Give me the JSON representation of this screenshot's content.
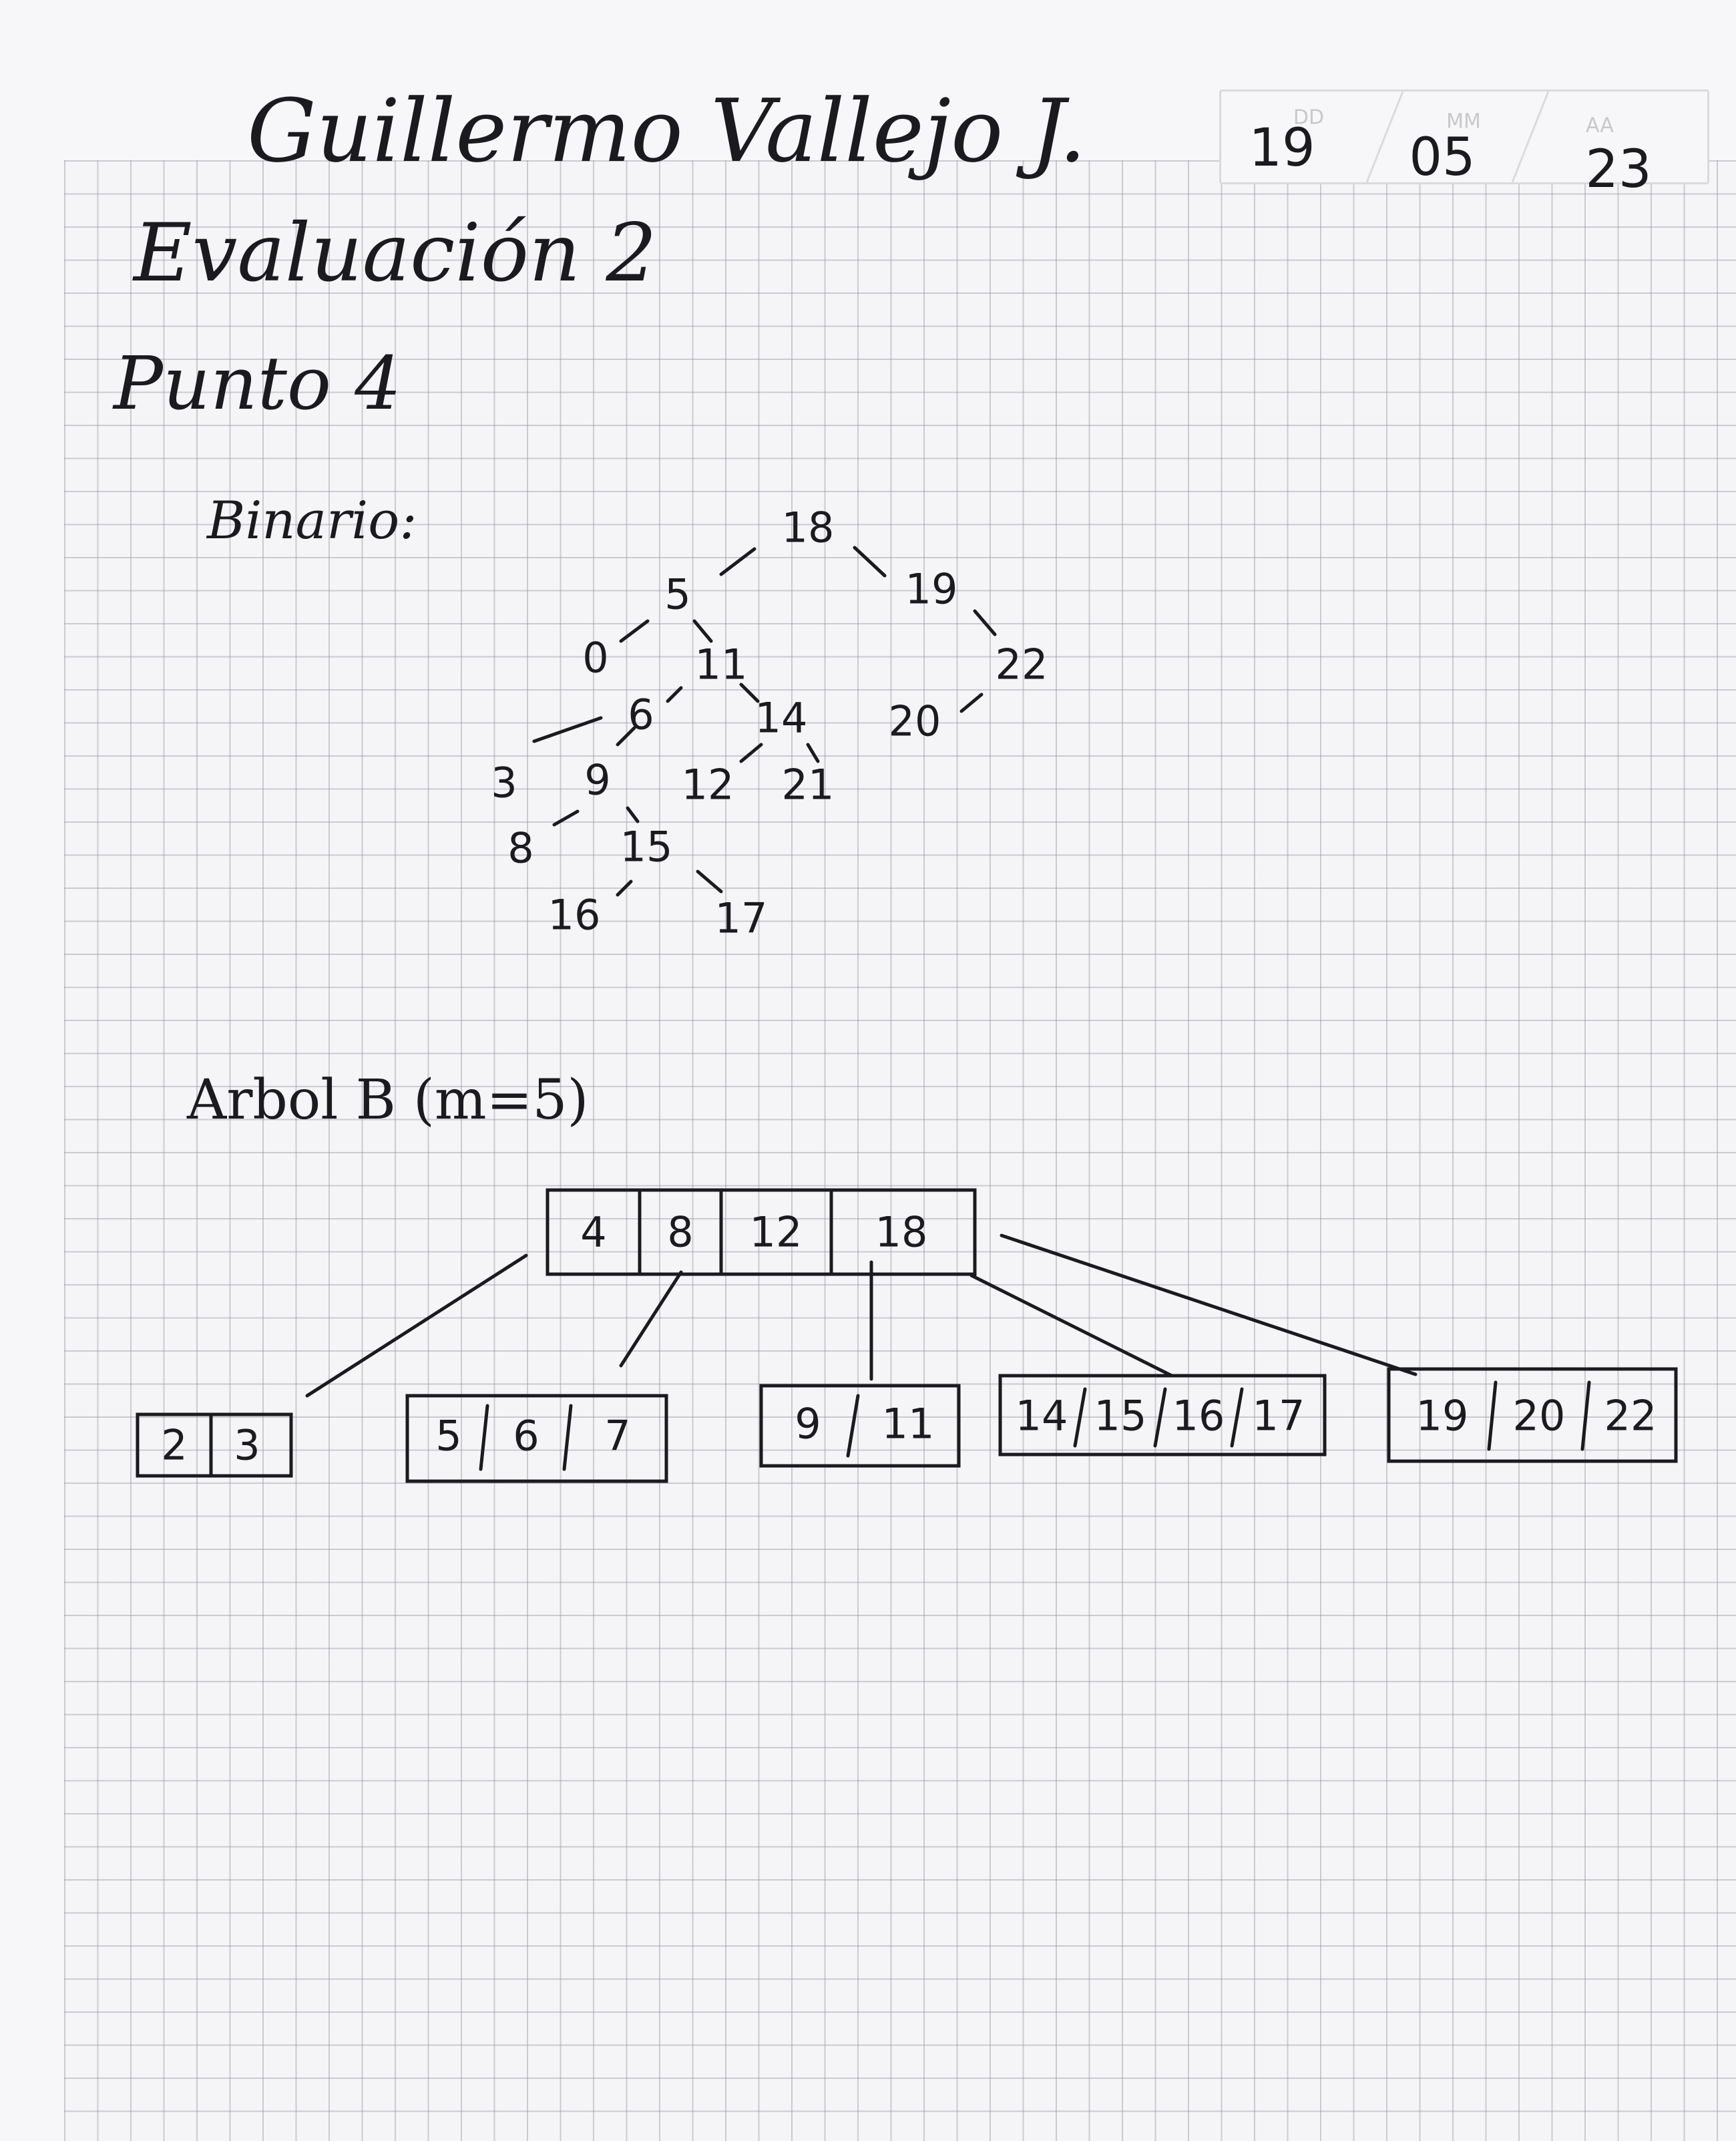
{
  "header": {
    "name": "Guillermo Vallejo J.",
    "subject": "Evaluación 2",
    "point": "Punto 4"
  },
  "date": {
    "dd_label": "DD",
    "mm_label": "MM",
    "aa_label": "AA",
    "dd": "19",
    "mm": "05",
    "aa": "23"
  },
  "binary_tree": {
    "label": "Binario:",
    "nodes": [
      "18",
      "5",
      "19",
      "0",
      "11",
      "22",
      "6",
      "14",
      "20",
      "3",
      "9",
      "12",
      "21",
      "8",
      "15",
      "16",
      "17"
    ]
  },
  "btree": {
    "label": "Arbol B (m=5)",
    "root": [
      "4",
      "8",
      "12",
      "18"
    ],
    "leaves": [
      [
        "2",
        "3"
      ],
      [
        "5",
        "6",
        "7"
      ],
      [
        "9",
        "11"
      ],
      [
        "14",
        "15",
        "16",
        "17"
      ],
      [
        "19",
        "20",
        "22"
      ]
    ]
  },
  "colors": {
    "ink": "#1b1b1f",
    "grid": "#9696a0",
    "paper": "#f5f5f7"
  }
}
